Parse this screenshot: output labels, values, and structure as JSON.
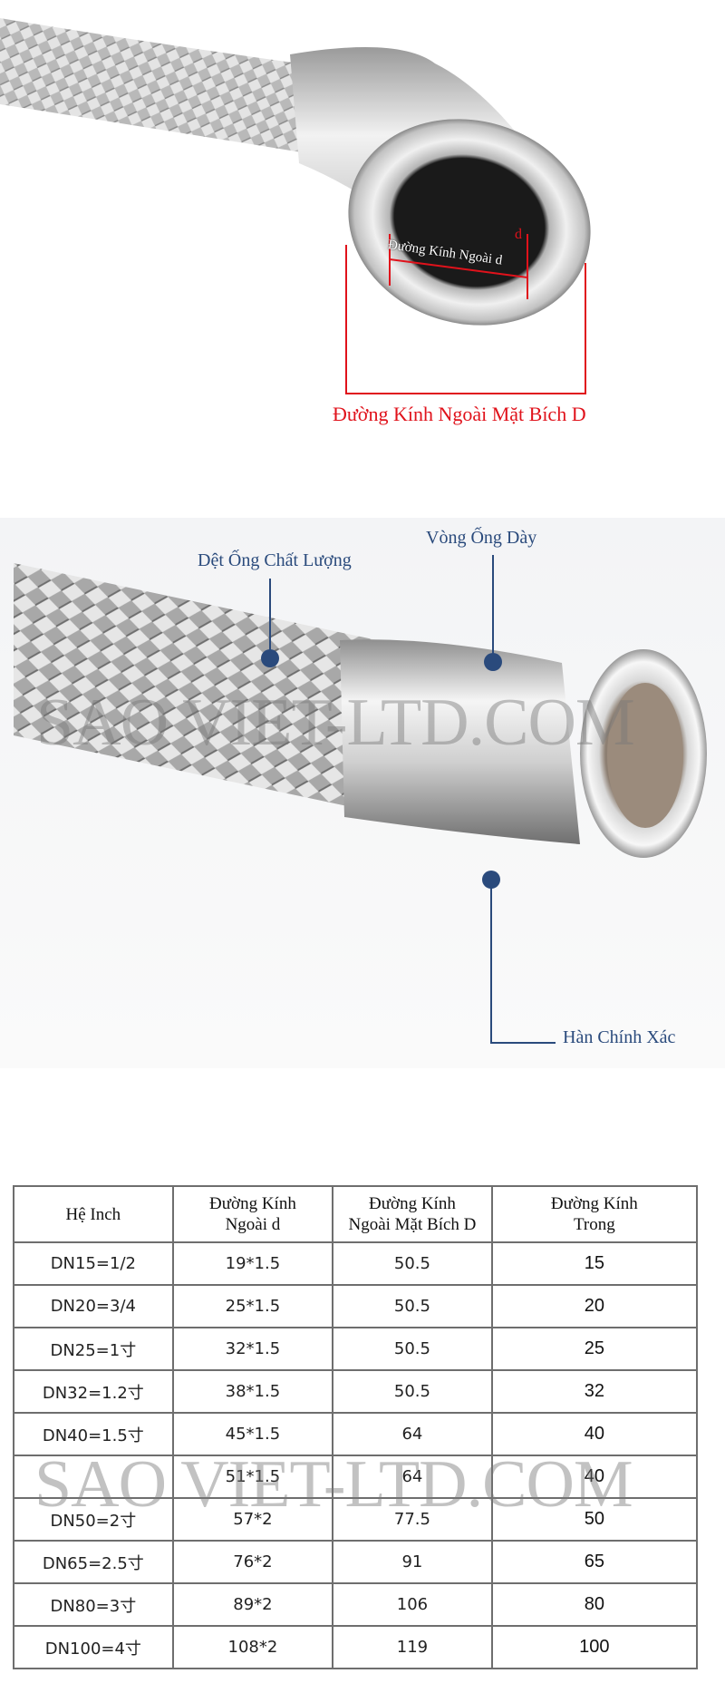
{
  "photo1": {
    "inner_label": "Đường Kính Ngoài d",
    "inner_marker": "d",
    "outer_label": "Đường Kính Ngoài Mặt Bích D",
    "accent": "#e0121b"
  },
  "photo2": {
    "callouts": [
      {
        "label": "Dệt Ống Chất Lượng"
      },
      {
        "label": "Vòng Ống Dày"
      },
      {
        "label": "Hàn Chính Xác"
      }
    ],
    "watermark": "SAO VIET-LTD.COM",
    "accent": "#2a4a7c"
  },
  "table": {
    "headers": [
      "Hệ Inch",
      "Đường Kính\nNgoài d",
      "Đường Kính\nNgoài Mặt Bích D",
      "Đường Kính\nTrong"
    ],
    "rows": [
      [
        "DN15=1/2",
        "19*1.5",
        "50.5",
        "15"
      ],
      [
        "DN20=3/4",
        "25*1.5",
        "50.5",
        "20"
      ],
      [
        "DN25=1寸",
        "32*1.5",
        "50.5",
        "25"
      ],
      [
        "DN32=1.2寸",
        "38*1.5",
        "50.5",
        "32"
      ],
      [
        "DN40=1.5寸",
        "45*1.5",
        "64",
        "40"
      ],
      [
        "",
        "51*1.5",
        "64",
        "40"
      ],
      [
        "DN50=2寸",
        "57*2",
        "77.5",
        "50"
      ],
      [
        "DN65=2.5寸",
        "76*2",
        "91",
        "65"
      ],
      [
        "DN80=3寸",
        "89*2",
        "106",
        "80"
      ],
      [
        "DN100=4寸",
        "108*2",
        "119",
        "100"
      ]
    ],
    "watermark": "SAO VIET-LTD.COM"
  }
}
